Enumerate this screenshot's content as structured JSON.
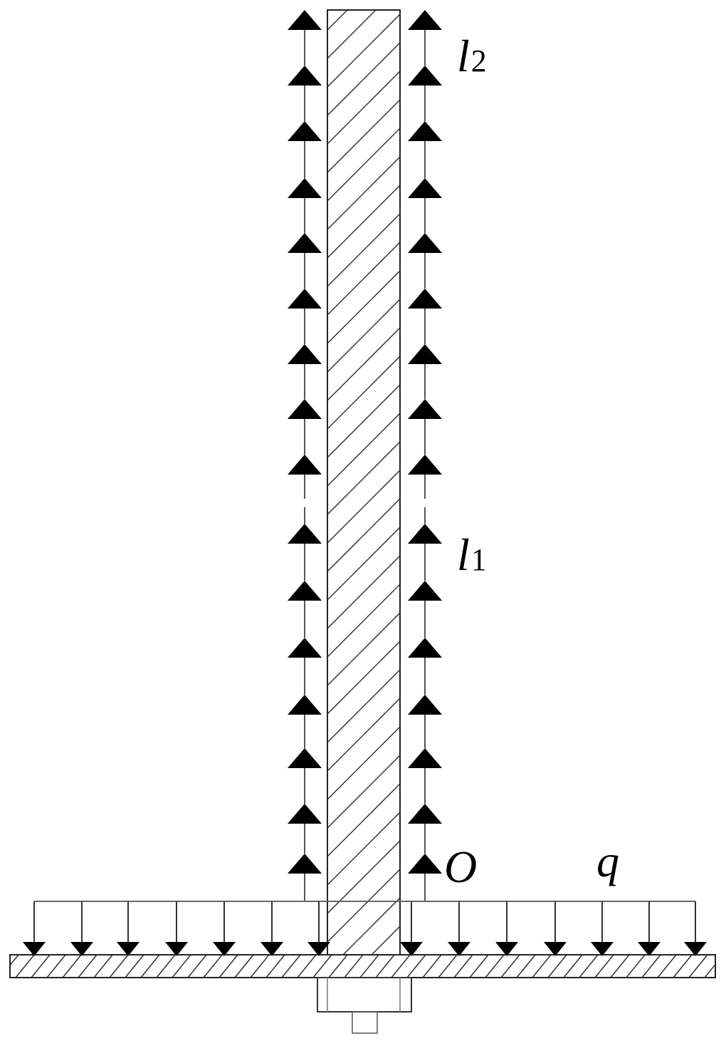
{
  "labels": {
    "l2": {
      "main": "l",
      "sub": "2"
    },
    "l1": {
      "main": "l",
      "sub": "1"
    },
    "origin": "O",
    "load": "q"
  },
  "colors": {
    "stroke": "#000000",
    "light_stroke": "#555555"
  }
}
